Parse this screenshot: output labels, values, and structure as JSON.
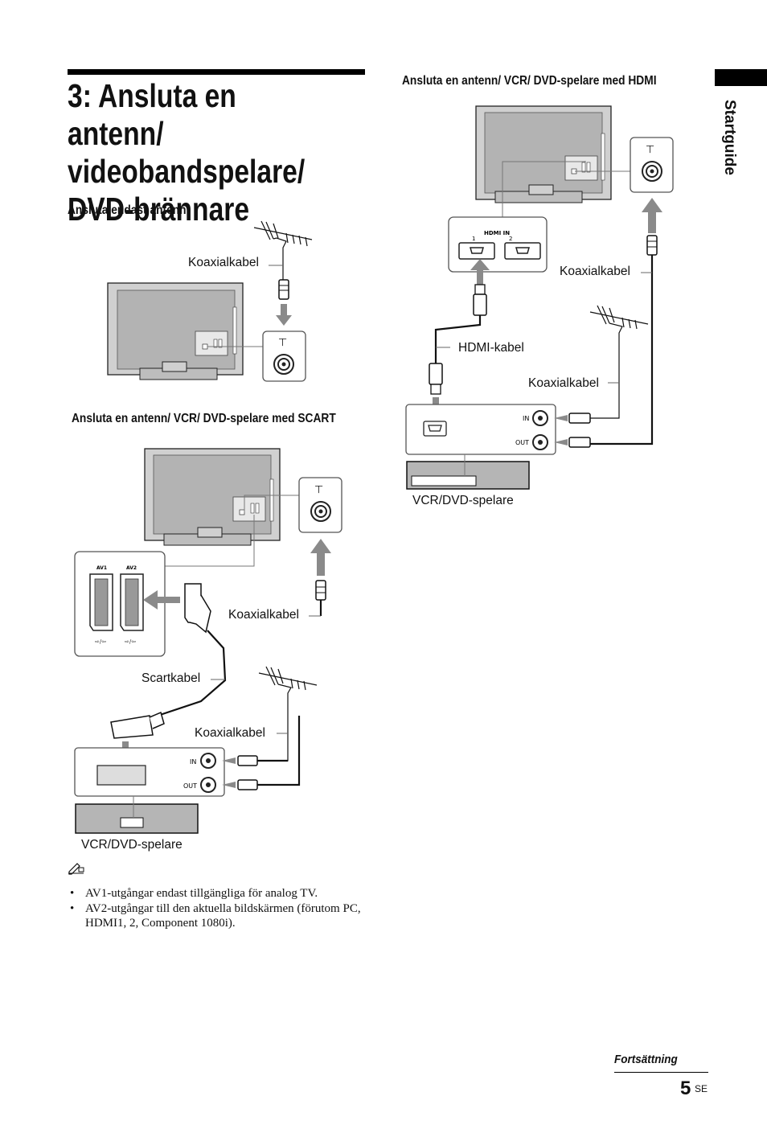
{
  "page": {
    "title_lines": [
      "3: Ansluta en antenn/",
      "videobandspelare/",
      "DVD-brännare"
    ],
    "side_tab": "Startguide",
    "continued": "Fortsättning",
    "page_number": "5",
    "page_suffix": "SE"
  },
  "sections": {
    "antenna_only": {
      "heading": "Ansluta endast antenn",
      "coax_label": "Koaxialkabel"
    },
    "scart": {
      "heading": "Ansluta en antenn/ VCR/ DVD-spelare med SCART",
      "coax_label_top": "Koaxialkabel",
      "scart_label": "Scartkabel",
      "coax_label_bottom": "Koaxialkabel",
      "vcr_label": "VCR/DVD-spelare",
      "av1": "AV1",
      "av2": "AV2",
      "in": "IN",
      "out": "OUT"
    },
    "hdmi": {
      "heading": "Ansluta en antenn/ VCR/ DVD-spelare med HDMI",
      "coax_label_top": "Koaxialkabel",
      "hdmi_label": "HDMI-kabel",
      "coax_label_bottom": "Koaxialkabel",
      "vcr_label": "VCR/DVD-spelare",
      "hdmi_in": "HDMI IN",
      "port1": "1",
      "port2": "2",
      "in": "IN",
      "out": "OUT"
    }
  },
  "notes": [
    "AV1-utgångar endast tillgängliga för analog TV.",
    "AV2-utgångar till den aktuella bildskärmen (förutom PC, HDMI1, 2, Component 1080i)."
  ],
  "icons": [
    "note-pencil-icon",
    "antenna-icon",
    "tv-back-icon",
    "coax-plug-icon",
    "scart-plug-icon",
    "hdmi-plug-icon",
    "arrow-icon"
  ]
}
